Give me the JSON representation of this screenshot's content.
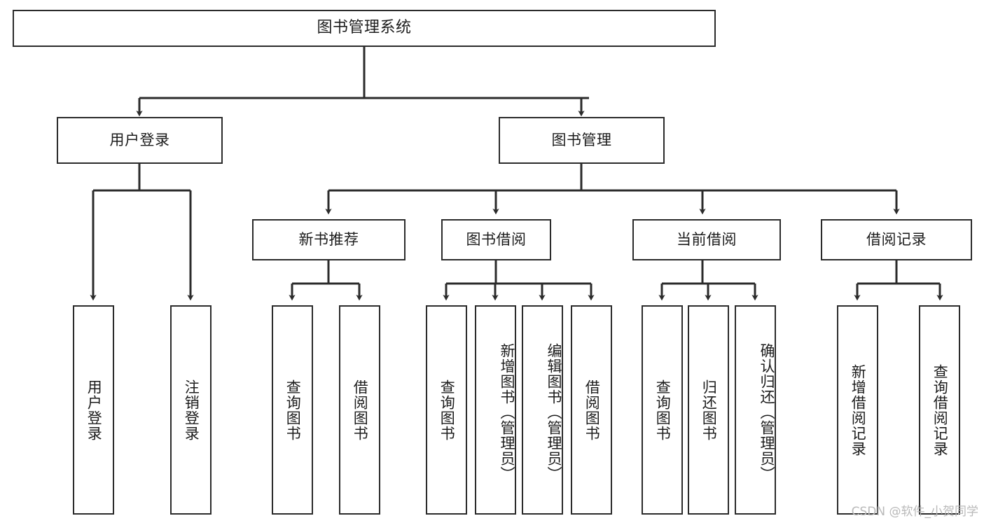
{
  "diagram": {
    "title": "图书管理系统",
    "type": "tree",
    "watermark": "CSDN @软件_小贺同学",
    "colors": {
      "border": "#2b2b2b",
      "background": "#ffffff",
      "text": "#1c1c1c",
      "watermark": "#b9b9b9"
    },
    "levels": {
      "root": {
        "label": "图书管理系统"
      },
      "level1": [
        {
          "label": "用户登录"
        },
        {
          "label": "图书管理"
        }
      ],
      "level2": [
        {
          "label": "新书推荐"
        },
        {
          "label": "图书借阅"
        },
        {
          "label": "当前借阅"
        },
        {
          "label": "借阅记录"
        }
      ],
      "leaves": {
        "user_login": [
          {
            "label": "用户登录"
          },
          {
            "label": "注销登录"
          }
        ],
        "new_book": [
          {
            "label": "查询图书"
          },
          {
            "label": "借阅图书"
          }
        ],
        "book_borrow": [
          {
            "label": "查询图书"
          },
          {
            "label": "新增图书（管理员）"
          },
          {
            "label": "编辑图书（管理员）"
          },
          {
            "label": "借阅图书"
          }
        ],
        "current_borrow": [
          {
            "label": "查询图书"
          },
          {
            "label": "归还图书"
          },
          {
            "label": "确认归还（管理员）"
          }
        ],
        "borrow_record": [
          {
            "label": "新增借阅记录"
          },
          {
            "label": "查询借阅记录"
          }
        ]
      }
    }
  }
}
